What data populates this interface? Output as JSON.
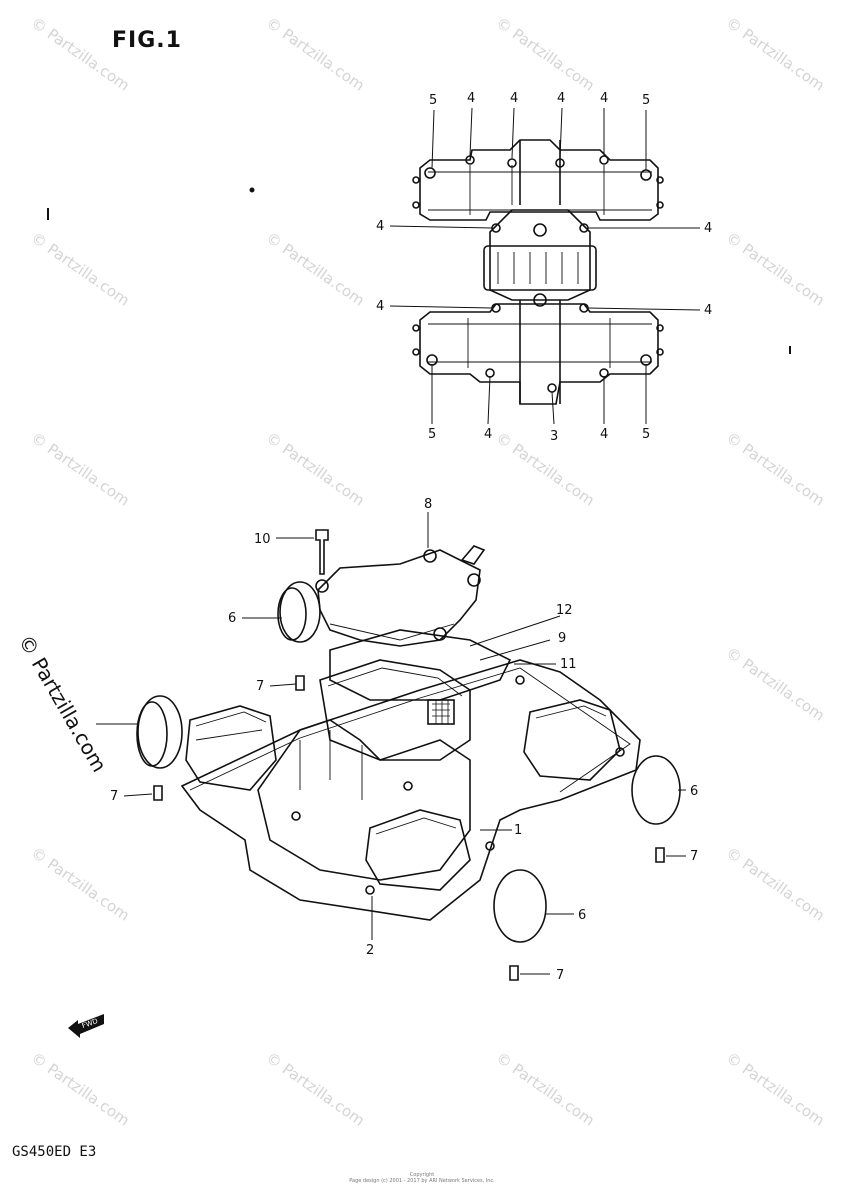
{
  "figure": {
    "title": "FIG.1",
    "model_code": "GS450ED E3",
    "fwd_label": "FWD"
  },
  "callouts": {
    "top_assembly": [
      "5",
      "4",
      "4",
      "4",
      "4",
      "5",
      "4",
      "4",
      "4",
      "4",
      "5",
      "4",
      "3",
      "4",
      "5"
    ],
    "bottom_assembly": [
      "8",
      "10",
      "6",
      "12",
      "9",
      "11",
      "7",
      "7",
      "1",
      "6",
      "7",
      "6",
      "2",
      "7"
    ]
  },
  "watermark": {
    "text": "© Partzilla.com"
  },
  "footer": {
    "copyright_line1": "Copyright",
    "copyright_line2": "Page design (c) 2001 - 2017 by ARI Network Services, Inc."
  }
}
